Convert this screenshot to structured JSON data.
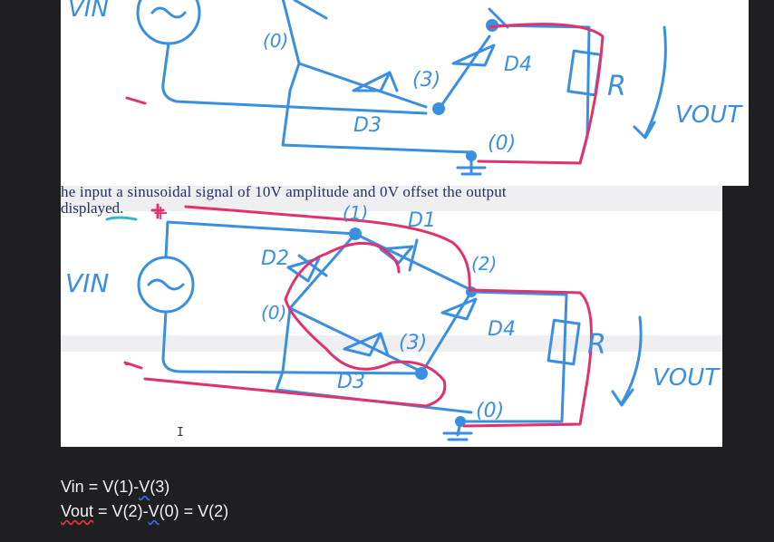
{
  "scan": {
    "line1": "he input a sinusoidal signal of 10V amplitude and 0V offset the output",
    "line2": "displayed."
  },
  "top_diagram": {
    "labels": [
      "VIN",
      "(0)",
      "(3)",
      "D4",
      "D3",
      "R",
      "VOUT",
      "(0)"
    ]
  },
  "bottom_diagram": {
    "labels": [
      "+",
      "VIN",
      "(1)",
      "D1",
      "D2",
      "(2)",
      "(0)",
      "(3)",
      "D4",
      "D3",
      "R",
      "VOUT",
      "(0)",
      "-"
    ]
  },
  "formulas": {
    "line1": {
      "a": "Vin",
      "eq": " = V(1)-",
      "b": "V",
      "c": "(3)"
    },
    "line2": {
      "a": "Vout",
      "eq": " = V(2)-",
      "b": "V",
      "c": "(0) = V(2)"
    }
  },
  "colors": {
    "ink_blue": "#3b8fe0",
    "ink_pink": "#e0326e",
    "background": "#1f1f21"
  }
}
